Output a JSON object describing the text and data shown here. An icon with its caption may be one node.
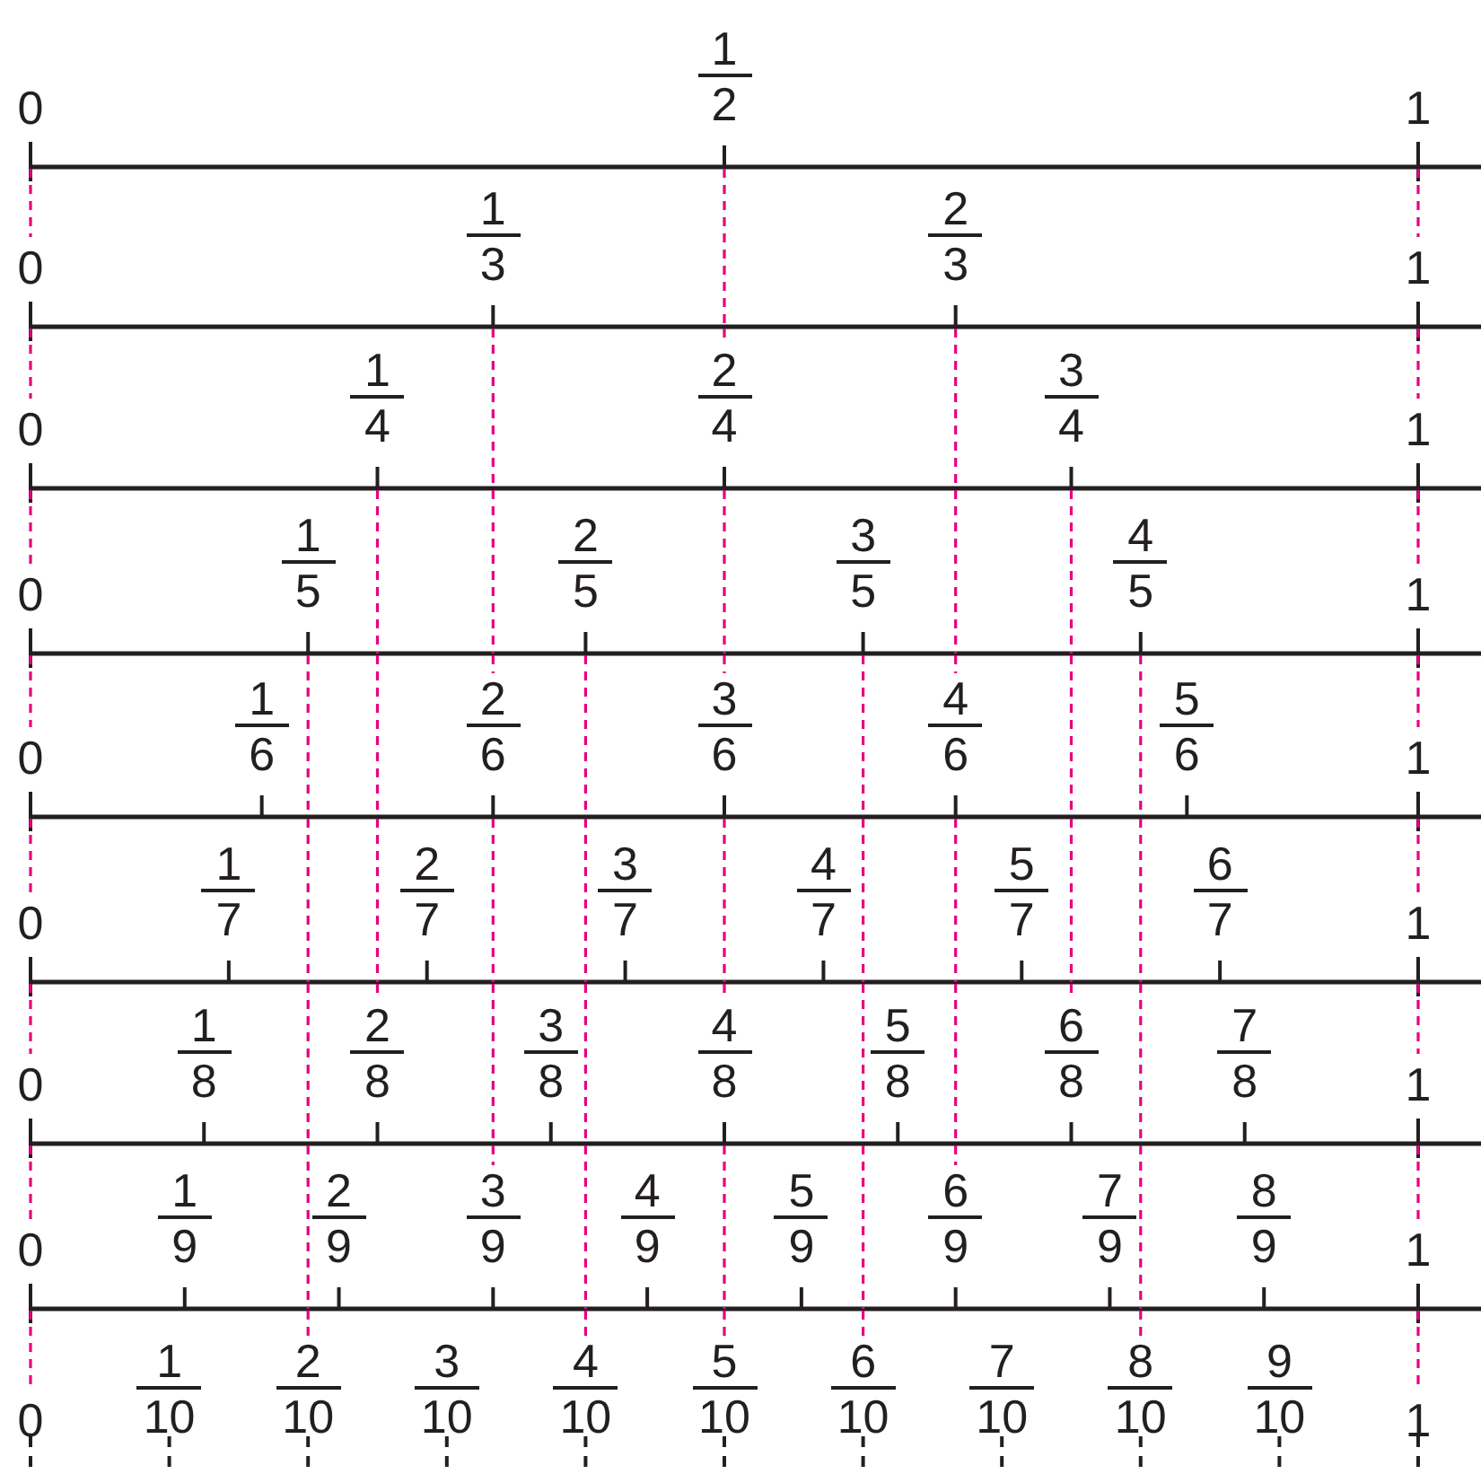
{
  "diagram": {
    "labels": [
      "0",
      "1",
      "2",
      "1",
      "0",
      "1",
      "3",
      "2",
      "3",
      "1",
      "0",
      "1",
      "4",
      "2",
      "4",
      "3",
      "4",
      "1",
      "0",
      "1",
      "5",
      "2",
      "5",
      "3",
      "5",
      "4",
      "5",
      "1",
      "0",
      "1",
      "6",
      "2",
      "6",
      "3",
      "6",
      "4",
      "6",
      "5",
      "6",
      "1",
      "0",
      "1",
      "7",
      "2",
      "7",
      "3",
      "7",
      "4",
      "7",
      "5",
      "7",
      "6",
      "7",
      "1",
      "0",
      "1",
      "8",
      "2",
      "8",
      "3",
      "8",
      "4",
      "8",
      "5",
      "8",
      "6",
      "8",
      "7",
      "8",
      "1",
      "0",
      "1",
      "9",
      "2",
      "9",
      "3",
      "9",
      "4",
      "9",
      "5",
      "9",
      "6",
      "9",
      "7",
      "9",
      "8",
      "9",
      "1",
      "0",
      "1",
      "10",
      "2",
      "10",
      "3",
      "10",
      "4",
      "10",
      "5",
      "10",
      "6",
      "10",
      "7",
      "10",
      "8",
      "10",
      "9",
      "10",
      "1"
    ]
  }
}
